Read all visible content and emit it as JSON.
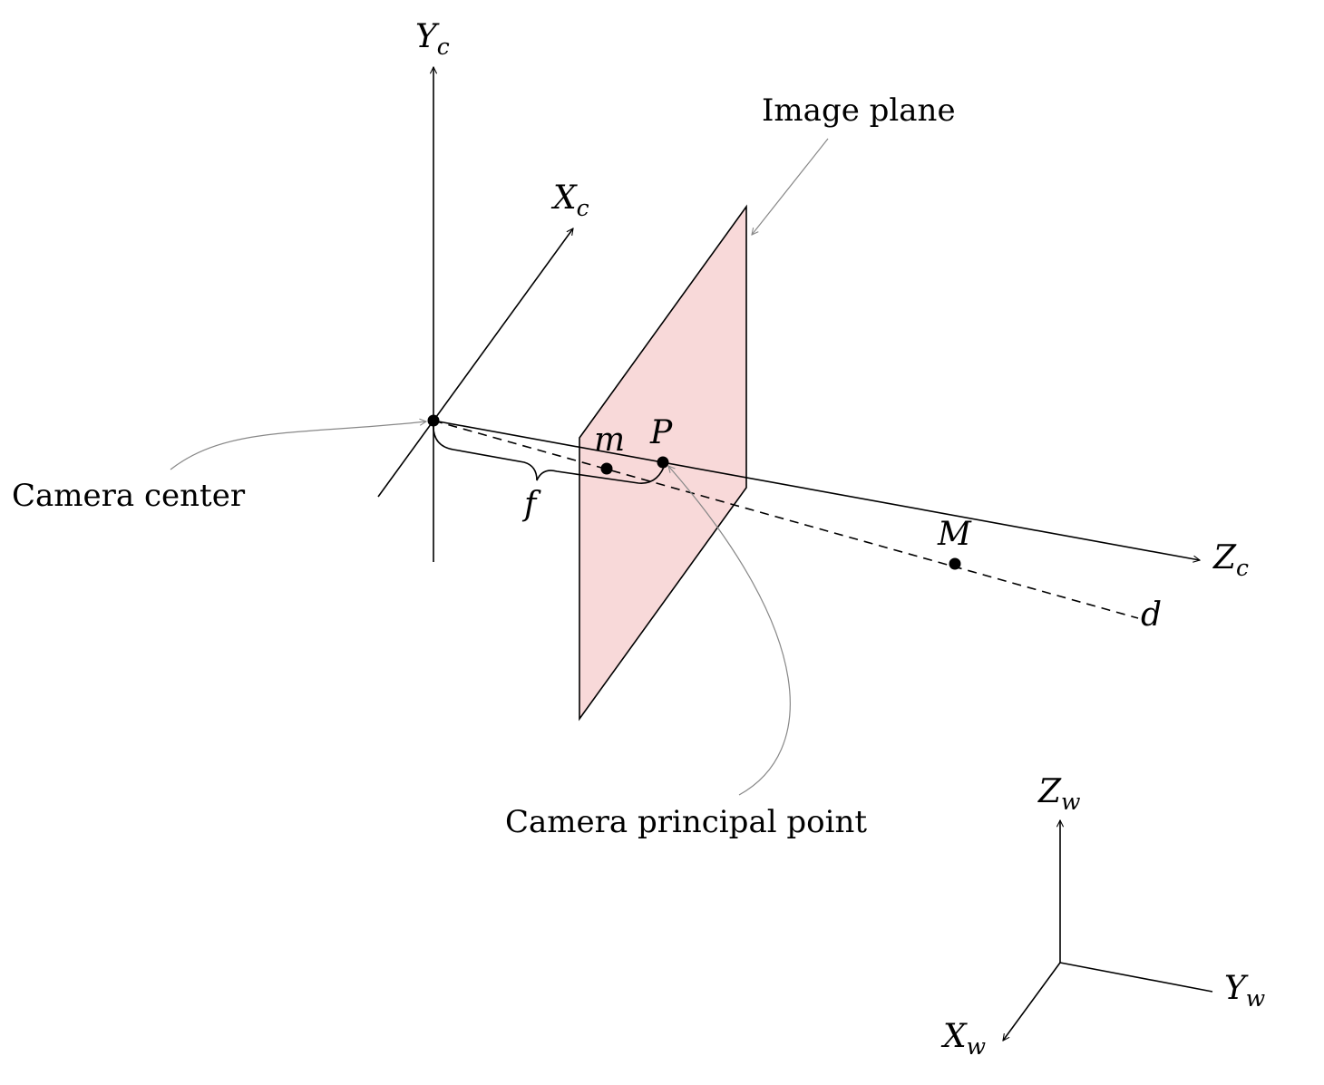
{
  "labels": {
    "camera_center": "Camera center",
    "image_plane": "Image plane",
    "principal_point": "Camera principal point"
  },
  "axes": {
    "camera": {
      "x": {
        "main": "X",
        "sub": "c"
      },
      "y": {
        "main": "Y",
        "sub": "c"
      },
      "z": {
        "main": "Z",
        "sub": "c"
      }
    },
    "world": {
      "x": {
        "main": "X",
        "sub": "w"
      },
      "y": {
        "main": "Y",
        "sub": "w"
      },
      "z": {
        "main": "Z",
        "sub": "w"
      }
    }
  },
  "points": {
    "m": "m",
    "P": "P",
    "M": "M"
  },
  "ray_label": "d",
  "focal_label": "f",
  "colors": {
    "plane_fill": "#f8d9d9",
    "line": "#000000",
    "annotation": "#888888"
  }
}
